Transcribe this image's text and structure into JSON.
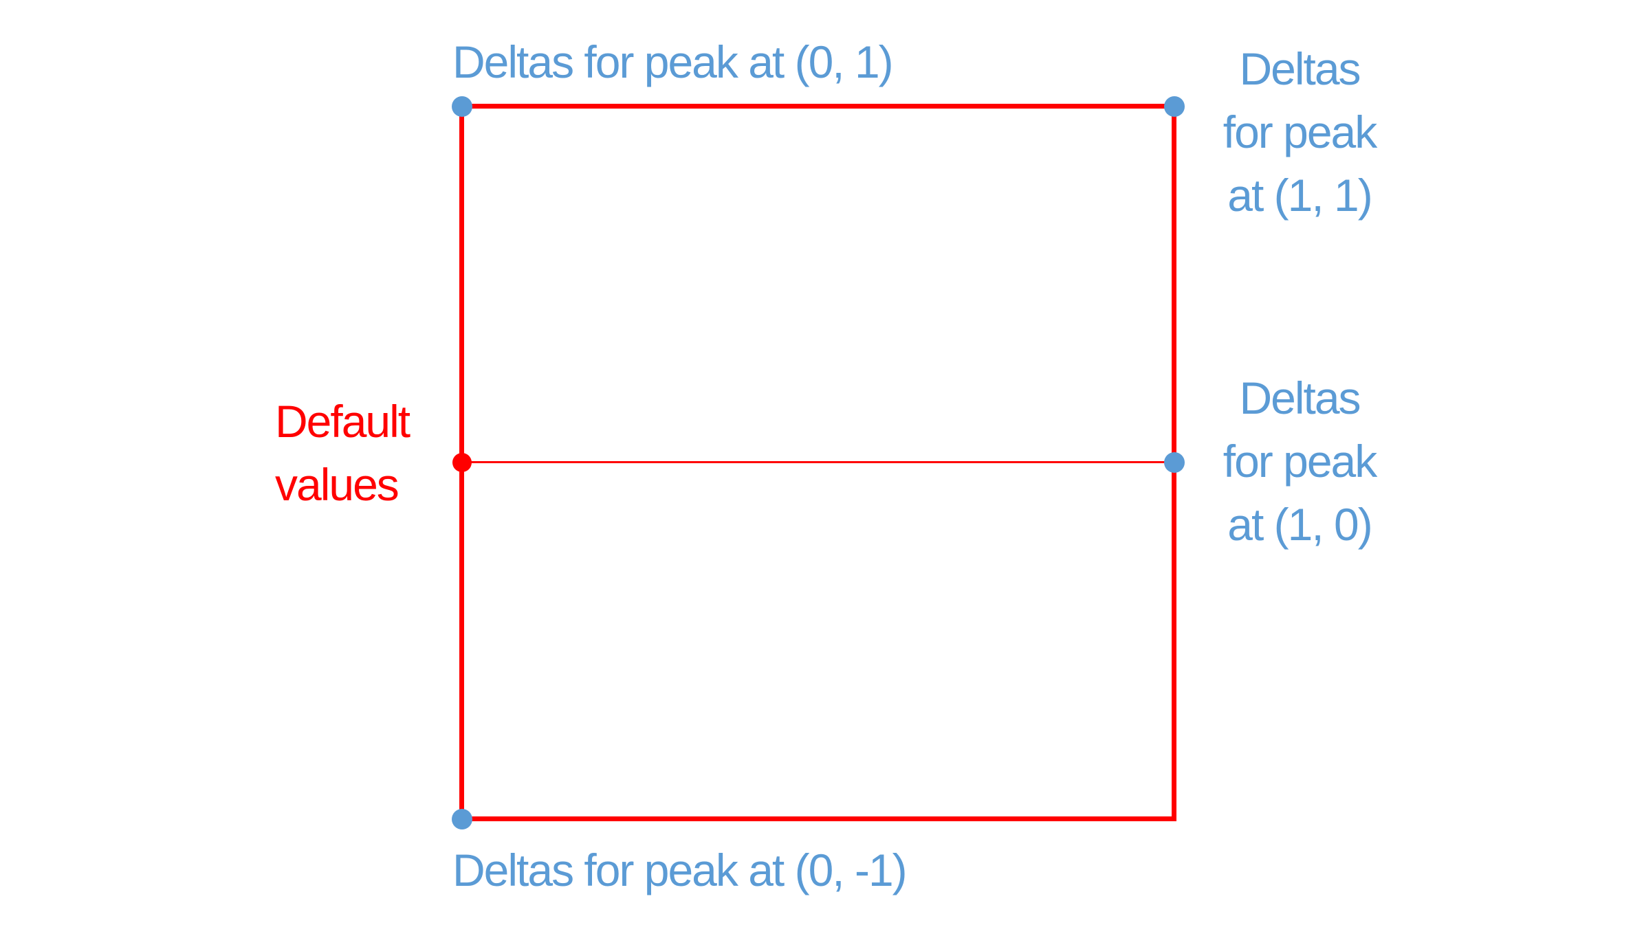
{
  "colors": {
    "background": "#ffffff",
    "line_red": "#ff0000",
    "point_blue": "#5b9bd5"
  },
  "figure": {
    "labels": {
      "top": "Deltas for peak at (0, 1)",
      "top_right_lines": [
        "Deltas",
        "for peak",
        "at (1, 1)"
      ],
      "mid_right_lines": [
        "Deltas",
        "for peak",
        "at (1, 0)"
      ],
      "left_lines": [
        "Default",
        "values"
      ],
      "bottom": "Deltas for peak at (0, -1)"
    },
    "points": [
      {
        "id": "peak-0-1",
        "position": "top-left corner",
        "color": "#5b9bd5"
      },
      {
        "id": "peak-1-1",
        "position": "top-right corner",
        "color": "#5b9bd5"
      },
      {
        "id": "peak-1-0",
        "position": "middle-right edge",
        "color": "#5b9bd5"
      },
      {
        "id": "peak-0-neg1",
        "position": "bottom-left corner",
        "color": "#5b9bd5"
      },
      {
        "id": "default-values",
        "position": "middle-left edge",
        "color": "#ff0000"
      }
    ]
  }
}
